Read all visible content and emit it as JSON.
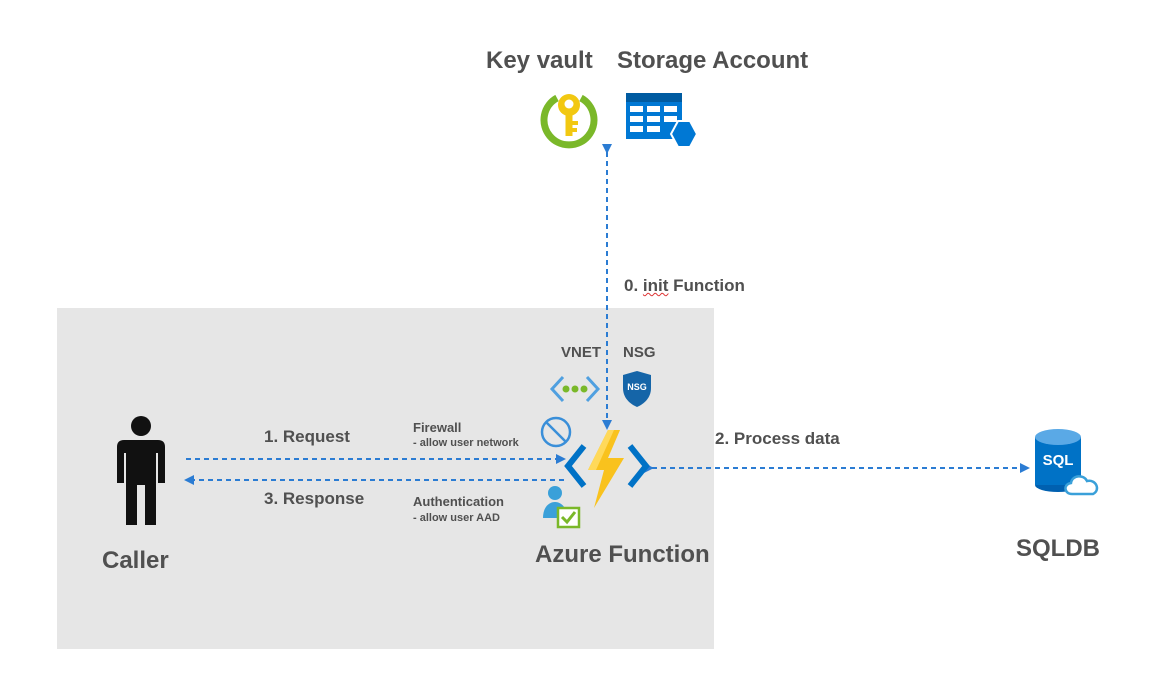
{
  "top": {
    "key_vault": "Key vault",
    "storage_account": "Storage Account"
  },
  "init": {
    "step": "0.",
    "word": "init",
    "rest": "Function"
  },
  "network": {
    "vnet": "VNET",
    "nsg": "NSG",
    "nsg_badge": "NSG"
  },
  "firewall": {
    "title": "Firewall",
    "detail": "- allow user network"
  },
  "authentication": {
    "title": "Authentication",
    "detail": "- allow user AAD"
  },
  "flows": {
    "request": "1. Request",
    "response": "3. Response",
    "process": "2. Process data"
  },
  "nodes": {
    "caller": "Caller",
    "function": "Azure Function",
    "sqldb": "SQLDB",
    "sql_badge": "SQL"
  },
  "colors": {
    "zone": "#e6e6e6",
    "arrow": "#2b7cd3",
    "text": "#505050",
    "keyvault_green": "#7ab829",
    "keyvault_yellow": "#f2c811",
    "azure_blue": "#0078d4",
    "bolt": "#f9c21d"
  }
}
